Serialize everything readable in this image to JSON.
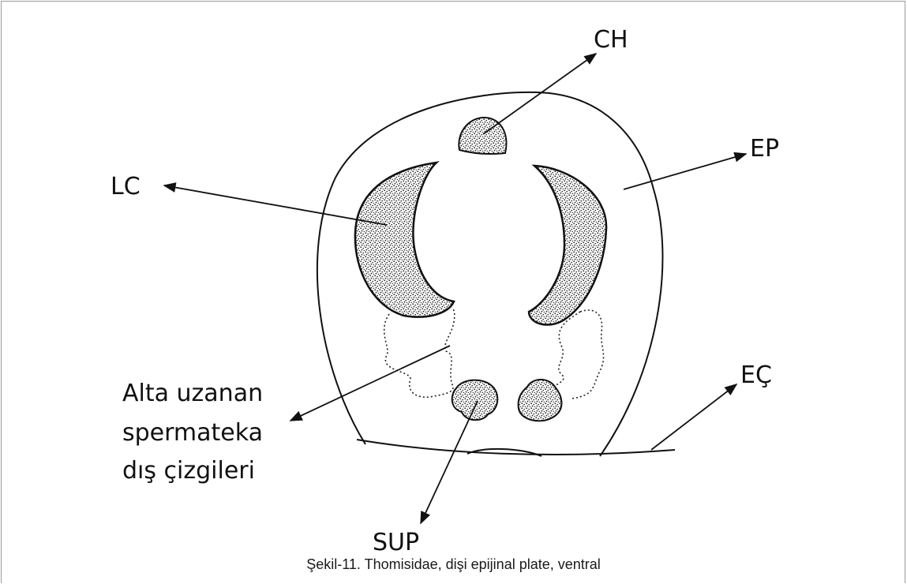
{
  "labels": {
    "ch": "CH",
    "ep": "EP",
    "lc": "LC",
    "ec": "EÇ",
    "sup": "SUP",
    "spermateka_line1": "Alta uzanan",
    "spermateka_line2": "spermateka",
    "spermateka_line3": "dış çizgileri"
  },
  "caption": "Şekil-11. Thomisidae, dişi epijinal plate, ventral"
}
